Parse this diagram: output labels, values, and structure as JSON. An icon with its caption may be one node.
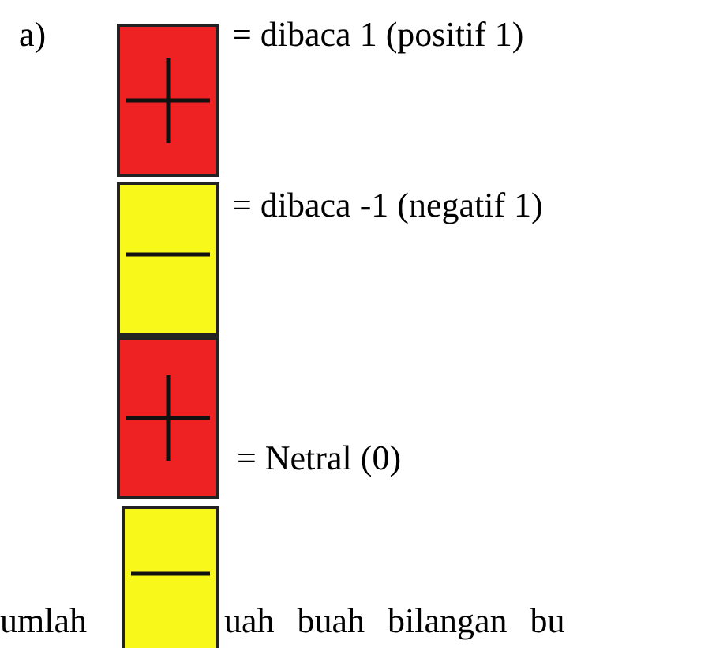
{
  "diagram": {
    "labels": [
      "a)",
      "= dibaca 1 (positif 1)",
      "= dibaca -1 (negatif 1)",
      "= Netral (0)",
      "umlah",
      "uah buah bilangan bu"
    ]
  }
}
